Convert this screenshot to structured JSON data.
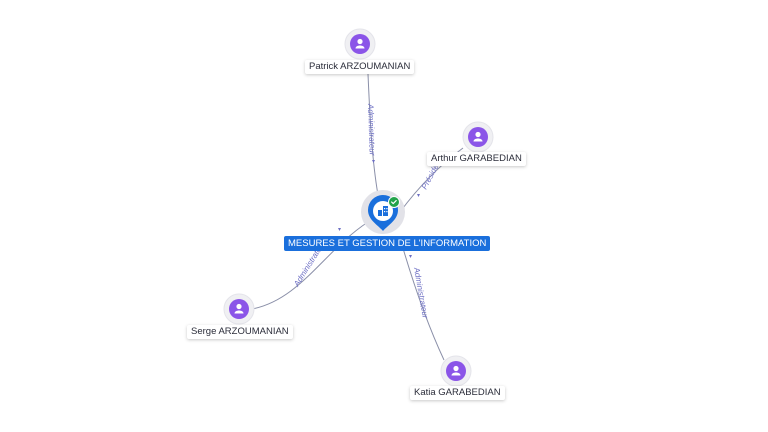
{
  "company": {
    "name": "MESURES ET GESTION DE L'INFORMATION",
    "status": "active",
    "icon": "building-icon",
    "status_icon": "check-icon",
    "colors": {
      "pin": "#1a6fdc",
      "status": "#22a34a"
    }
  },
  "people": [
    {
      "id": "patrick",
      "name": "Patrick ARZOUMANIAN",
      "role": "Administrateur",
      "icon": "person-icon"
    },
    {
      "id": "arthur",
      "name": "Arthur GARABEDIAN",
      "role": "Président",
      "icon": "person-icon"
    },
    {
      "id": "serge",
      "name": "Serge ARZOUMANIAN",
      "role": "Administrateur",
      "icon": "person-icon"
    },
    {
      "id": "katia",
      "name": "Katia GARABEDIAN",
      "role": "Administrateur",
      "icon": "person-icon"
    }
  ],
  "colors": {
    "person": "#8b55e8",
    "edge": "#8a8fa8",
    "edge_label": "#6d6fc4"
  }
}
